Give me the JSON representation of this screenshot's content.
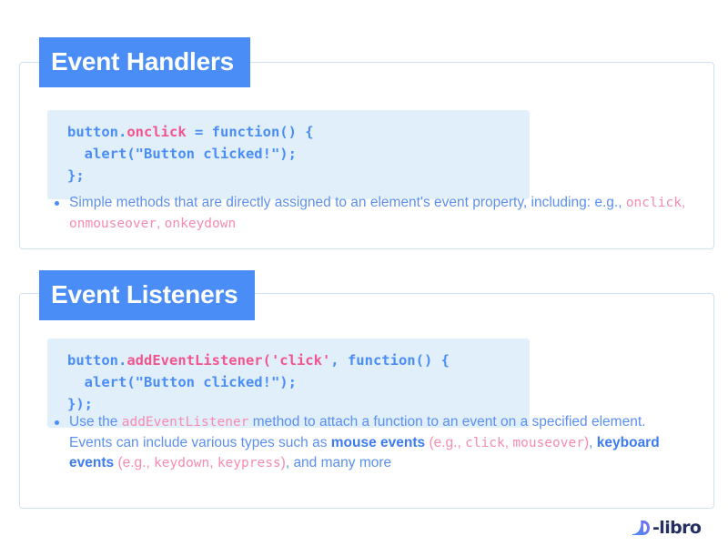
{
  "page": {
    "background_color": "#ffffff",
    "accent_blue": "#4a8df6",
    "text_blue": "#5b8ff0",
    "accent_pink": "#f2558e",
    "soft_pink": "#f78bb0",
    "code_bg": "#e1effb",
    "card_border": "#cfe2f5"
  },
  "sections": [
    {
      "badge_label": "Event Handlers",
      "code": {
        "lines": [
          [
            {
              "t": "button.",
              "style": "plain"
            },
            {
              "t": "onclick",
              "style": "hl"
            },
            {
              "t": " = function() {",
              "style": "plain"
            }
          ],
          [
            {
              "t": "  alert(\"Button clicked!\");",
              "style": "plain"
            }
          ],
          [
            {
              "t": "};",
              "style": "plain"
            }
          ]
        ]
      },
      "bullets": [
        {
          "parts": [
            {
              "t": "Simple methods that are directly assigned to an element's event property, including: e.g., ",
              "style": "plain"
            },
            {
              "t": "onclick",
              "style": "code"
            },
            {
              "t": ", ",
              "style": "pinktxt"
            },
            {
              "t": "onmouseover",
              "style": "code"
            },
            {
              "t": ", ",
              "style": "pinktxt"
            },
            {
              "t": "onkeydown",
              "style": "code"
            }
          ]
        }
      ]
    },
    {
      "badge_label": "Event Listeners",
      "code": {
        "lines": [
          [
            {
              "t": "button.",
              "style": "plain"
            },
            {
              "t": "addEventListener(",
              "style": "hl"
            },
            {
              "t": "'click'",
              "style": "hl"
            },
            {
              "t": ", function() {",
              "style": "plain"
            }
          ],
          [
            {
              "t": "  alert(\"Button clicked!\");",
              "style": "plain"
            }
          ],
          [
            {
              "t": "});",
              "style": "plain"
            }
          ]
        ]
      },
      "bullets": [
        {
          "parts": [
            {
              "t": "Use the ",
              "style": "plain"
            },
            {
              "t": "addEventListener",
              "style": "code"
            },
            {
              "t": " method to attach a function to an event on a specified element. Events can include various types such as ",
              "style": "plain"
            },
            {
              "t": "mouse events",
              "style": "bold"
            },
            {
              "t": " ",
              "style": "plain"
            },
            {
              "t": "(e.g., ",
              "style": "pinktxt"
            },
            {
              "t": "click",
              "style": "code"
            },
            {
              "t": ", ",
              "style": "pinktxt"
            },
            {
              "t": "mouseover",
              "style": "code"
            },
            {
              "t": ")",
              "style": "pinktxt"
            },
            {
              "t": ", ",
              "style": "plain"
            },
            {
              "t": "keyboard events",
              "style": "bold"
            },
            {
              "t": " ",
              "style": "plain"
            },
            {
              "t": "(e.g., ",
              "style": "pinktxt"
            },
            {
              "t": "keydown",
              "style": "code"
            },
            {
              "t": ", ",
              "style": "pinktxt"
            },
            {
              "t": "keypress",
              "style": "code"
            },
            {
              "t": ")",
              "style": "pinktxt"
            },
            {
              "t": ", and many more",
              "style": "plain"
            }
          ]
        }
      ]
    }
  ],
  "logo": {
    "text": "-libro",
    "mark_name": "d-libro-mark",
    "mark_gradient_start": "#4a8df6",
    "mark_gradient_end": "#7b6cf6",
    "text_color": "#232f5e"
  }
}
